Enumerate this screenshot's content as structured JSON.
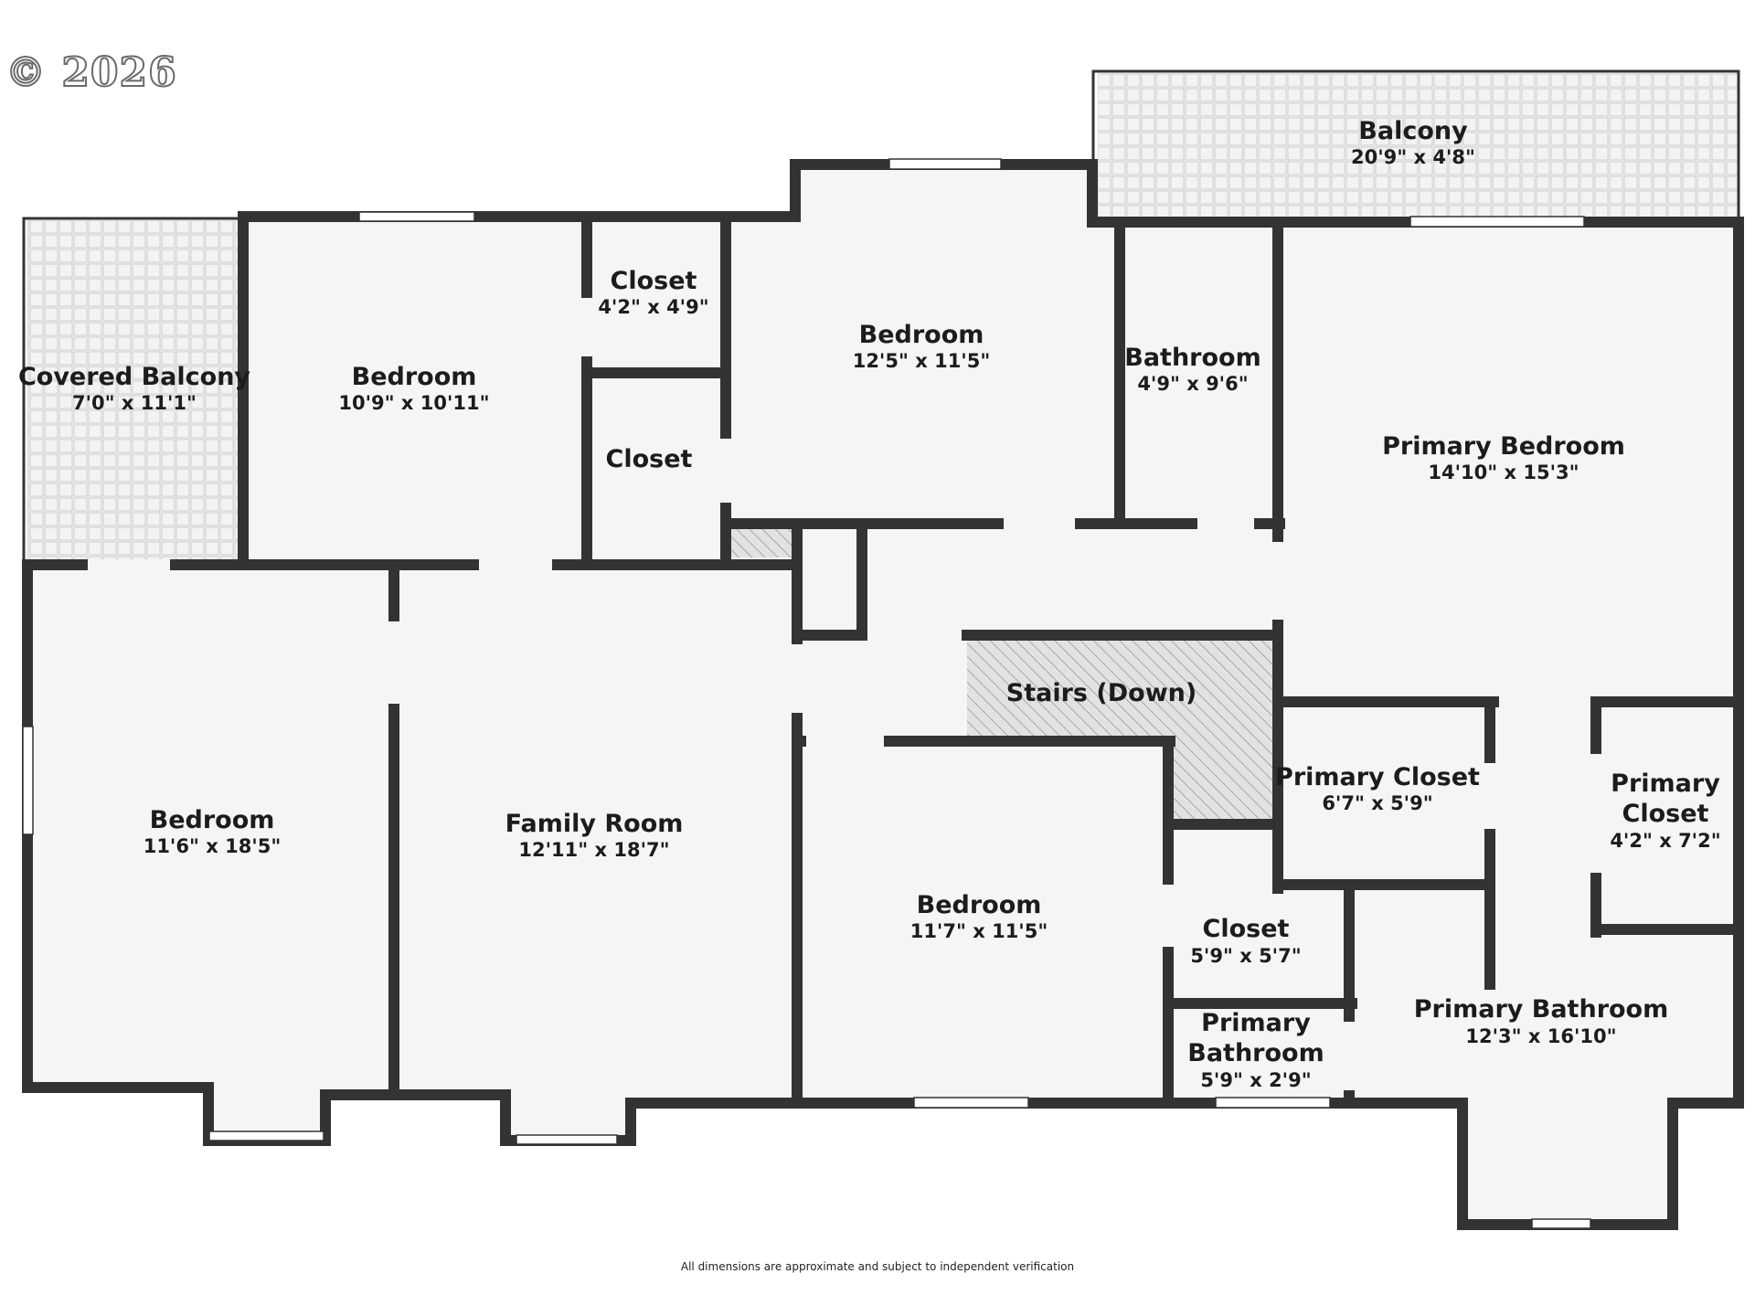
{
  "copyright": "© 2026",
  "disclaimer": "All dimensions are approximate and subject to independent verification",
  "colors": {
    "wall": "#333333",
    "floor": "#f5f5f5",
    "window": "#ffffff",
    "stair_hatch": "#9a9a9a"
  },
  "rooms": {
    "balcony": {
      "name": "Balcony",
      "dims": "20'9\" x 4'8\""
    },
    "covered_balcony": {
      "name": "Covered Balcony",
      "dims": "7'0\" x 11'1\""
    },
    "bedroom_nw": {
      "name": "Bedroom",
      "dims": "10'9\" x 10'11\""
    },
    "closet_top": {
      "name": "Closet",
      "dims": "4'2\" x 4'9\""
    },
    "closet_mid": {
      "name": "Closet"
    },
    "bedroom_n": {
      "name": "Bedroom",
      "dims": "12'5\" x 11'5\""
    },
    "bathroom": {
      "name": "Bathroom",
      "dims": "4'9\" x 9'6\""
    },
    "primary_bedroom": {
      "name": "Primary Bedroom",
      "dims": "14'10\" x 15'3\""
    },
    "bedroom_sw": {
      "name": "Bedroom",
      "dims": "11'6\" x 18'5\""
    },
    "family_room": {
      "name": "Family Room",
      "dims": "12'11\" x 18'7\""
    },
    "stairs": {
      "name": "Stairs (Down)"
    },
    "primary_closet_a": {
      "name": "Primary Closet",
      "dims": "6'7\" x 5'9\""
    },
    "primary_closet_b": {
      "name_line1": "Primary",
      "name_line2": "Closet",
      "dims": "4'2\" x 7'2\""
    },
    "bedroom_s": {
      "name": "Bedroom",
      "dims": "11'7\" x 11'5\""
    },
    "closet_s": {
      "name": "Closet",
      "dims": "5'9\" x 5'7\""
    },
    "primary_bath_small": {
      "name_line1": "Primary",
      "name_line2": "Bathroom",
      "dims": "5'9\" x 2'9\""
    },
    "primary_bathroom": {
      "name": "Primary Bathroom",
      "dims": "12'3\" x 16'10\""
    }
  }
}
